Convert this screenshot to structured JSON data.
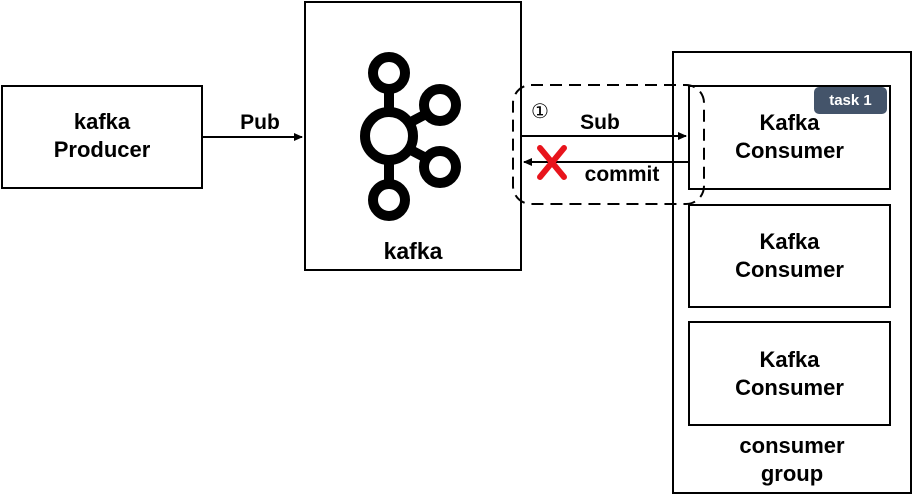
{
  "producer": {
    "line1": "kafka",
    "line2": "Producer"
  },
  "broker": {
    "label": "kafka",
    "icon": "kafka-logo-icon"
  },
  "arrows": {
    "pub": "Pub",
    "sub": "Sub",
    "commit": "commit",
    "step_marker": "①"
  },
  "consumers": [
    {
      "line1": "Kafka",
      "line2": "Consumer",
      "badge": "task 1"
    },
    {
      "line1": "Kafka",
      "line2": "Consumer"
    },
    {
      "line1": "Kafka",
      "line2": "Consumer"
    }
  ],
  "consumer_group": {
    "line1": "consumer",
    "line2": "group"
  },
  "colors": {
    "fail_x": "#e8141c",
    "badge_bg": "#44546a"
  }
}
